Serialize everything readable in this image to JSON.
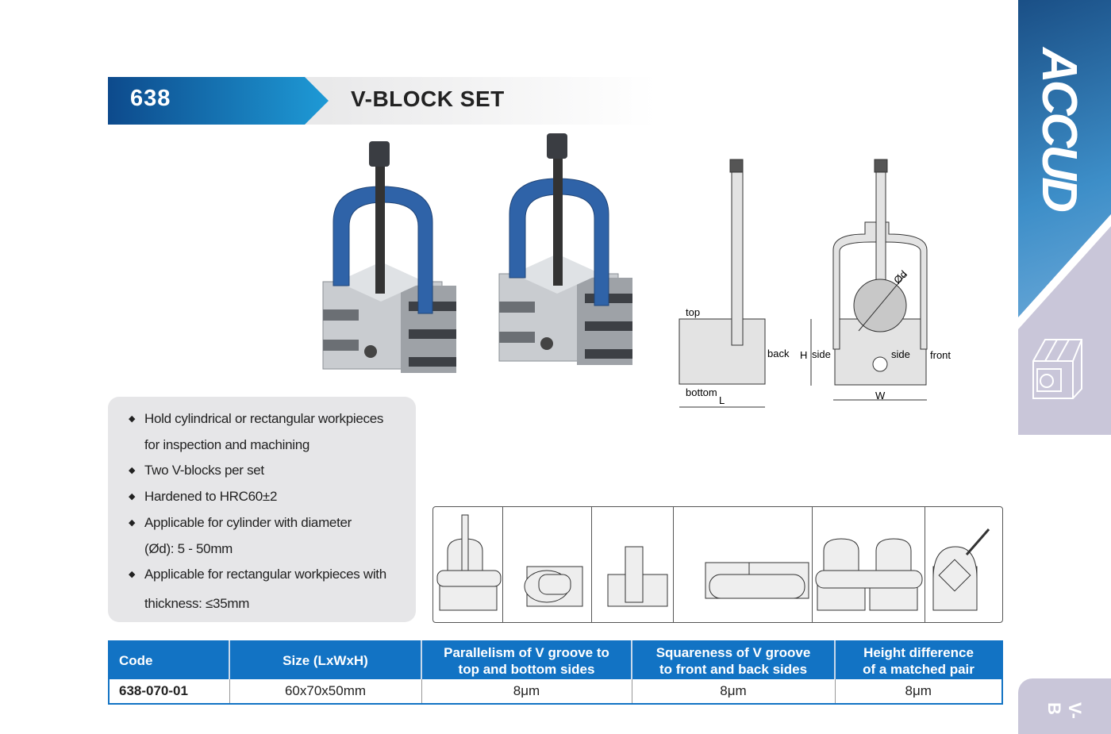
{
  "header": {
    "code": "638",
    "title": "V-BLOCK SET"
  },
  "brand": {
    "logo": "ACCUD",
    "section_tab": "V-B"
  },
  "diagram": {
    "labels": {
      "top": "top",
      "back": "back",
      "bottom": "bottom",
      "L": "L",
      "H": "H",
      "side_left": "side",
      "side_right": "side",
      "front": "front",
      "W": "W",
      "d": "Ød"
    }
  },
  "features": [
    "Hold cylindrical or rectangular workpieces",
    "for inspection and machining",
    "Two V-blocks per set",
    "Hardened to HRC60±2",
    "Applicable for cylinder with diameter",
    "(Ød): 5 - 50mm",
    "Applicable for rectangular workpieces with",
    "thickness: ≤35mm"
  ],
  "bullet": "◆",
  "table": {
    "headers": [
      "Code",
      "Size (LxWxH)",
      "Parallelism of V groove to top and bottom sides",
      "Squareness of V groove to front and back sides",
      "Height difference of a matched pair"
    ],
    "rows": [
      [
        "638-070-01",
        "60x70x50mm",
        "8μm",
        "8μm",
        "8μm"
      ]
    ]
  }
}
